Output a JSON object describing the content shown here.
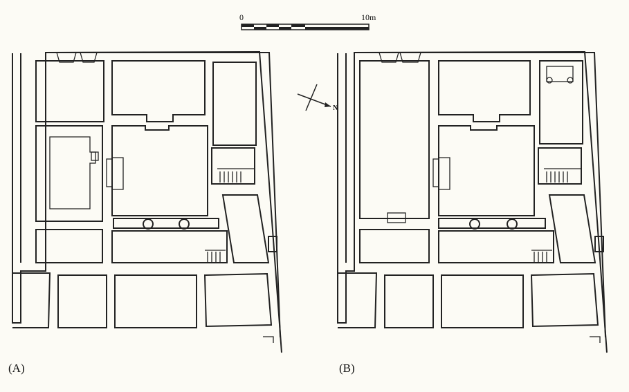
{
  "scale_bar": {
    "start_label": "0",
    "end_label": "10m"
  },
  "north_arrow": {
    "label": "N"
  },
  "panels": [
    {
      "label": "(A)"
    },
    {
      "label": "(B)"
    }
  ]
}
